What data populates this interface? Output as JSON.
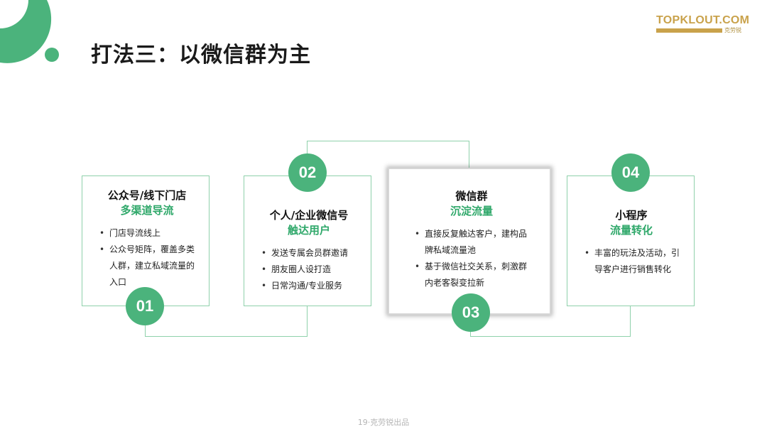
{
  "title": "打法三：以微信群为主",
  "logo": {
    "main": "TOPKLOUT.COM",
    "brand": "克劳锐"
  },
  "footer": "19·克劳锐出品",
  "colors": {
    "accent": "#4bb37c",
    "accent_text": "#2fa86a",
    "border": "#8fd1ab"
  },
  "steps": [
    {
      "num": "01",
      "heading": "公众号/线下门店",
      "sub": "多渠道导流",
      "points": [
        "门店导流线上",
        "公众号矩阵，覆盖多类人群，建立私域流量的入口"
      ]
    },
    {
      "num": "02",
      "heading": "个人/企业微信号",
      "sub": "触达用户",
      "points": [
        "发送专属会员群邀请",
        "朋友圈人设打造",
        "日常沟通/专业服务"
      ]
    },
    {
      "num": "03",
      "heading": "微信群",
      "sub": "沉淀流量",
      "points": [
        "直接反复触达客户，建构品牌私域流量池",
        "基于微信社交关系，刺激群内老客裂变拉新"
      ]
    },
    {
      "num": "04",
      "heading": "小程序",
      "sub": "流量转化",
      "points": [
        "丰富的玩法及活动，引导客户进行销售转化"
      ]
    }
  ]
}
